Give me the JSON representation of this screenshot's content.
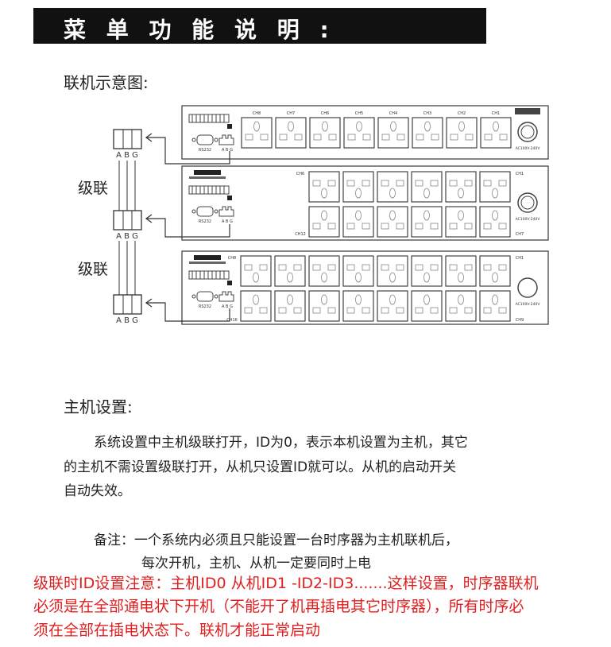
{
  "title": "菜 单 功 能 说 明 :",
  "diagram": {
    "heading": "联机示意图:",
    "cascade_label": "级联",
    "terminal_label": "A B G",
    "rs232": "RS232",
    "abg": "A  B  G",
    "power": "AC100V-240V",
    "units": [
      {
        "top_channels": [
          "CH8",
          "CH7",
          "CH6",
          "CH5",
          "CH4",
          "CH3",
          "CH2",
          "CH1"
        ]
      },
      {
        "row1_left": "CH6",
        "row1_right": "CH1",
        "row2_left": "CH12",
        "row2_right": "CH7"
      },
      {
        "row1_left": "CH8",
        "row1_right": "CH1",
        "row2_left": "CH16",
        "row2_right": "CH9"
      }
    ]
  },
  "master": {
    "heading": "主机设置:",
    "lines": [
      "系统设置中主机级联打开，ID为0，表示本机设置为主机，其它",
      "的主机不需设置级联打开，从机只设置ID就可以。从机的启动开关",
      "自动失效。"
    ],
    "note": [
      "备注：一个系统内必须且只能设置一台时序器为主机联机后，",
      "每次开机，主机、从机一定要同时上电"
    ]
  },
  "warning": [
    "级联时ID设置注意：主机ID0   从机ID1 -ID2-ID3.......这样设置，时序器联机",
    "必须是在全部通电状下开机（不能开了机再插电其它时序器），所有时序必",
    "须在全部在插电状态下。联机才能正常启动"
  ],
  "colors": {
    "warning": "#e02020",
    "title_bg": "#111111"
  }
}
